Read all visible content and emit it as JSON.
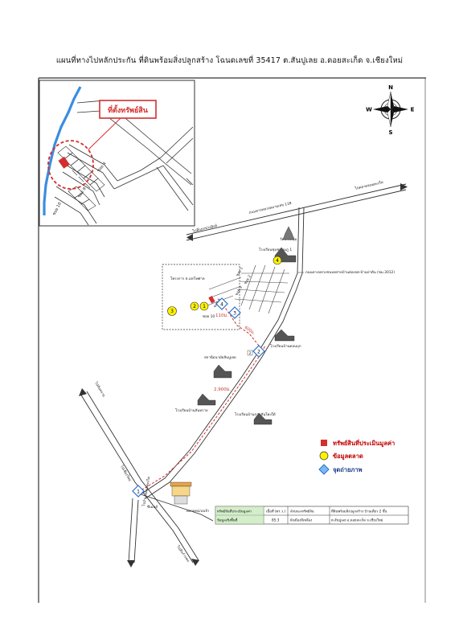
{
  "title": "แผนที่ทางไปหลักประกัน  ที่ดินพร้อมสิ่งปลูกสร้าง โฉนดเลขที่  35417  ต.สันปูเลย อ.ดอยสะเก็ด  จ.เชียงใหม่",
  "compass": {
    "n": "N",
    "s": "S",
    "e": "E",
    "w": "W"
  },
  "inset": {
    "property_label": "ที่ตั้งทรัพย์สิน",
    "soi4": "ซอย 4",
    "soi9": "ซอย 9",
    "soi10": "ซอย 10"
  },
  "roads": {
    "main_road_left": "ไปสี่แยกข่วงสิงห์",
    "main_road_right": "ไปตลาดดอยสะเก็ด",
    "ring_road": "ถนนทางหลวงหมายเลข 118",
    "secondary_road": "ถนนทางหลวงชนบทสายบ้านต่อเขต-บ้านป่าตัน (ชม.3012)",
    "road_to_town": "ไปเชียงใหม่",
    "road_bottom": "ไปอำเภอดอยสะเก็ด",
    "road_left_top": "ไปสันทราย",
    "road_bottom_right": "ไปสันกำแพง"
  },
  "places": {
    "temple": "วัดนวงค์ลุ่ม",
    "school_top": "โรงเรียนชุมชนชมภู 1",
    "village": "โครงการ ส.เอกไพศาล",
    "school_mid": "โรงเรียนบ้านดอนบุก",
    "hospital": "สถานีอนามัยสันปูเลย",
    "school_low1": "โรงเรียนบ้านสันทราย",
    "school_low2": "โรงเรียนบ้านกาดสันโพงใต้",
    "market": "ตลาดหน่วยเจ้า",
    "junction": "ซีเมนส์"
  },
  "distances": {
    "d1": "110ม.",
    "d2": "600ม.",
    "d3": "2,900ม."
  },
  "streets": {
    "s1": "ซอย 1",
    "s2": "ซอย 2",
    "s3": "ซอย 3",
    "s4": "ซอย 4",
    "s10": "ซอย 10"
  },
  "markers": {
    "m1": "1",
    "m2": "2",
    "m3": "3",
    "m4": "4"
  },
  "legend": {
    "property": "ทรัพย์สินที่ประเมินมูลค่า",
    "market_info": "ข้อมูลตลาด",
    "photo_point": "จุดถ่ายภาพ"
  },
  "table": {
    "r1": [
      "ทรัพย์สินที่ประเมินมูลค่า",
      "เนื้อที่ (ตร.ว.)",
      "ลักษณะทรัพย์สิน",
      "ที่ดินพร้อมสิ่งปลูกสร้าง บ้านเดี่ยว 2 ชั้น"
    ],
    "r2": [
      "ข้อมูลเชิงพื้นที่",
      "85.3",
      "ผังเมืองสีเหลือง",
      "ต.สันปูเลย อ.ดอยสะเก็ด จ.เชียงใหม่"
    ]
  },
  "colors": {
    "property": "#d32f2f",
    "market": "#fff200",
    "photo": "#2a6fd1",
    "water": "#3b8de0",
    "inset_circle": "#d32f2f"
  }
}
